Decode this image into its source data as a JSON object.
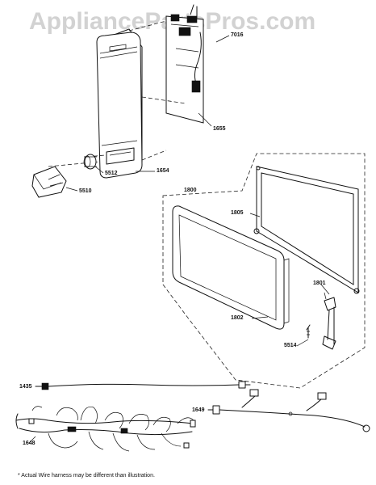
{
  "watermark": "AppliancePartsPros.com",
  "parts": {
    "p7016": "7016",
    "p1655": "1655",
    "p1654": "1654",
    "p5512": "5512",
    "p5510": "5510",
    "p1800": "1800",
    "p1805": "1805",
    "p1802": "1802",
    "p1801": "1801",
    "p5514": "5514",
    "p1435": "1435",
    "p1649": "1649",
    "p1648": "1648"
  },
  "footnote": "* Actual Wire harness may be different than illustration."
}
